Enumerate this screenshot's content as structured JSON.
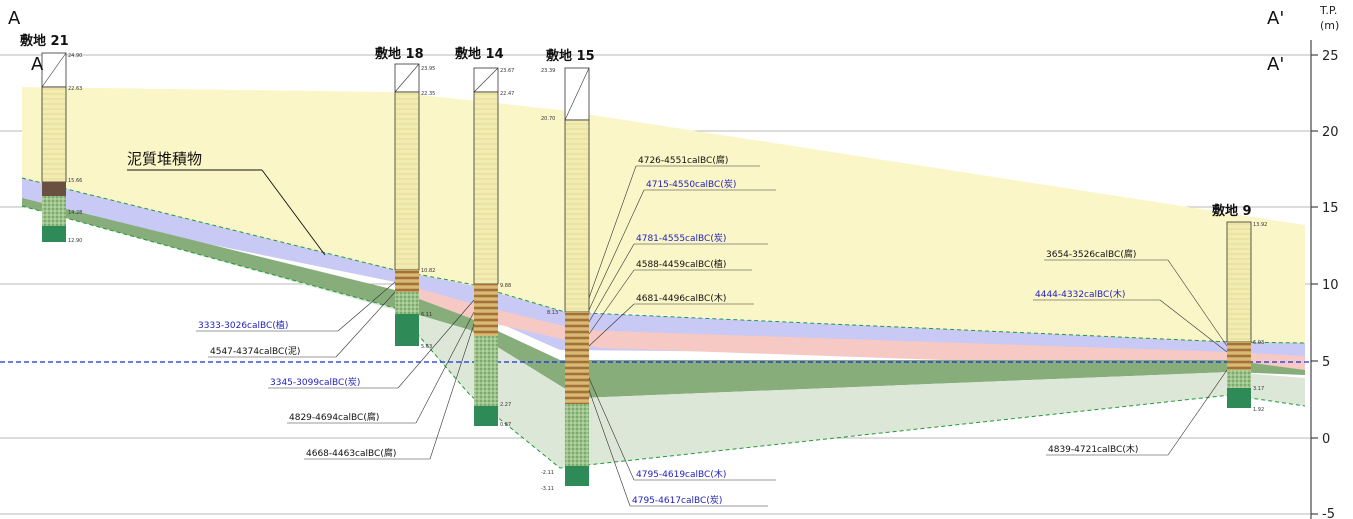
{
  "section": {
    "left_label": "A",
    "right_label": "A'"
  },
  "axis": {
    "unit_line1": "T.P.",
    "unit_line2": "(m)",
    "ticks": [
      {
        "value": 25,
        "label": "25"
      },
      {
        "value": 20,
        "label": "20"
      },
      {
        "value": 15,
        "label": "15"
      },
      {
        "value": 10,
        "label": "10"
      },
      {
        "value": 5,
        "label": "5"
      },
      {
        "value": 0,
        "label": "0"
      },
      {
        "value": -5,
        "label": "-5"
      }
    ]
  },
  "mud_label": "泥質堆積物",
  "boreholes": [
    {
      "id": "b21",
      "title": "敷地 21",
      "elevs": [
        "24.90",
        "22.63",
        "15.66",
        "14.28",
        "12.90"
      ]
    },
    {
      "id": "b18",
      "title": "敷地 18",
      "elevs": [
        "23.95",
        "22.35",
        "10.82",
        "6.11",
        "5.63"
      ]
    },
    {
      "id": "b14",
      "title": "敷地 14",
      "elevs": [
        "23.67",
        "22.47",
        "9.88",
        "2.27",
        "0.87"
      ]
    },
    {
      "id": "b15",
      "title": "敷地 15",
      "elevs": [
        "23.39",
        "20.70",
        "8.13",
        "-2.11",
        "-3.11"
      ]
    },
    {
      "id": "b9",
      "title": "敷地 9",
      "elevs": [
        "13.92",
        "6.03",
        "3.17",
        "1.92"
      ]
    }
  ],
  "dates": [
    {
      "text": "4726-4551calBC(腐)",
      "color": "#111111"
    },
    {
      "text": "4715-4550calBC(炭)",
      "color": "#2222bb"
    },
    {
      "text": "4781-4555calBC(炭)",
      "color": "#2222bb"
    },
    {
      "text": "4588-4459calBC(植)",
      "color": "#111111"
    },
    {
      "text": "4681-4496calBC(木)",
      "color": "#111111"
    },
    {
      "text": "3333-3026calBC(植)",
      "color": "#2222bb"
    },
    {
      "text": "4547-4374calBC(泥)",
      "color": "#111111"
    },
    {
      "text": "3345-3099calBC(炭)",
      "color": "#2222bb"
    },
    {
      "text": "4829-4694calBC(腐)",
      "color": "#111111"
    },
    {
      "text": "4668-4463calBC(腐)",
      "color": "#111111"
    },
    {
      "text": "4795-4619calBC(木)",
      "color": "#2222bb"
    },
    {
      "text": "4795-4617calBC(炭)",
      "color": "#2222bb"
    },
    {
      "text": "3654-3526calBC(腐)",
      "color": "#111111"
    },
    {
      "text": "4444-4332calBC(木)",
      "color": "#2222bb"
    },
    {
      "text": "4839-4721calBC(木)",
      "color": "#111111"
    }
  ],
  "colors": {
    "upper_fill": "#fbf6c8",
    "blue_fill": "#c9c9f5",
    "pink_fill": "#f6c9c4",
    "dark_green_fill": "#86ad7a",
    "light_green_fill": "#dde7d8",
    "column_fill": "#f2ecb0",
    "green_dash": "#1f9a3a",
    "water_line": "#1b2fd8",
    "grid": "#b8b8b8",
    "deep_green": "#2e8b57"
  }
}
